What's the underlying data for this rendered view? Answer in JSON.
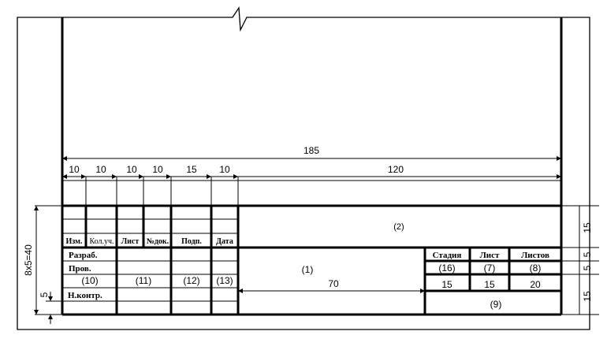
{
  "dimensions": {
    "total_width": "185",
    "col_10_a": "10",
    "col_10_b": "10",
    "col_10_c": "10",
    "col_10_d": "10",
    "col_15": "15",
    "col_10_e": "10",
    "col_120": "120",
    "width_70": "70",
    "height_total": "8x5=40",
    "row_5_left": "5",
    "right_15_top": "15",
    "right_5_a": "5",
    "right_5_b": "5",
    "right_15_bottom": "15"
  },
  "columns": {
    "izm": "Изм.",
    "kol_uch": "Кол.уч.",
    "list": "Лист",
    "n_dok": "№док.",
    "podp": "Подп.",
    "data": "Дата"
  },
  "rows": {
    "razrab": "Разраб.",
    "prov": "Пров.",
    "n_kontr": "Н.контр."
  },
  "field_numbers": {
    "f1": "(1)",
    "f2": "(2)",
    "f7": "(7)",
    "f8": "(8)",
    "f9": "(9)",
    "f10": "(10)",
    "f11": "(11)",
    "f12": "(12)",
    "f13": "(13)",
    "f16": "(16)"
  },
  "stage_block": {
    "stadiya": "Стадия",
    "list": "Лист",
    "listov": "Листов",
    "w_stadiya": "15",
    "w_list": "15",
    "w_listov": "20"
  }
}
